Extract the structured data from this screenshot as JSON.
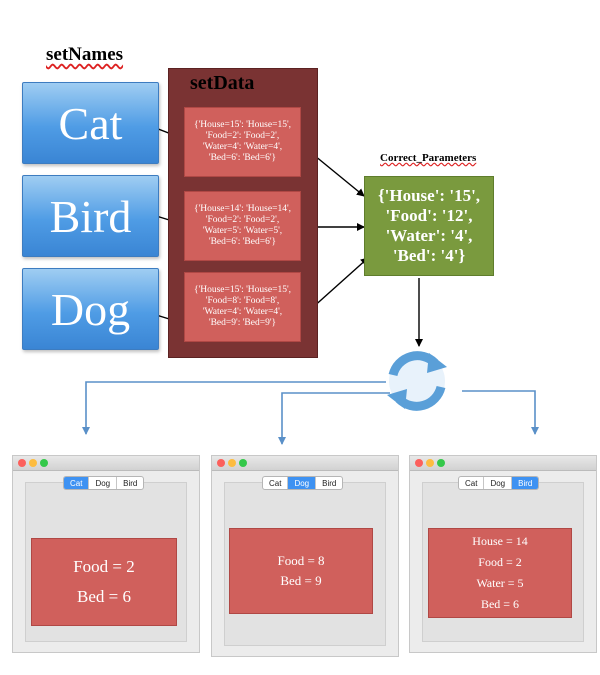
{
  "set_names": {
    "title": "setNames",
    "items": [
      "Cat",
      "Bird",
      "Dog"
    ]
  },
  "set_data": {
    "title": "setData",
    "items": [
      "{'House=15': 'House=15', 'Food=2': 'Food=2', 'Water=4': 'Water=4', 'Bed=6': 'Bed=6'}",
      "{'House=14': 'House=14', 'Food=2': 'Food=2', 'Water=5': 'Water=5', 'Bed=6': 'Bed=6'}",
      "{'House=15': 'House=15', 'Food=8': 'Food=8', 'Water=4': 'Water=4', 'Bed=9': 'Bed=9'}"
    ]
  },
  "correct_parameters": {
    "title": "Correct_Parameters",
    "value": "{'House': '15', 'Food': '12', 'Water': '4', 'Bed': '4'}"
  },
  "colors": {
    "name_box": "#4f9ce5",
    "set_data_panel": "#7a3333",
    "data_box": "#d0605c",
    "params_box": "#7a9a3e",
    "refresh": "#5a9fd8",
    "selected_segment": "#3e92f2"
  },
  "icons": [
    "refresh-cycle-icon"
  ],
  "windows": [
    {
      "tabs": [
        "Cat",
        "Dog",
        "Bird"
      ],
      "selected": "Cat",
      "lines": [
        "Food = 2",
        "Bed = 6"
      ]
    },
    {
      "tabs": [
        "Cat",
        "Dog",
        "Bird"
      ],
      "selected": "Dog",
      "lines": [
        "Food = 8",
        "Bed = 9"
      ]
    },
    {
      "tabs": [
        "Cat",
        "Dog",
        "Bird"
      ],
      "selected": "Bird",
      "lines": [
        "House = 14",
        "Food = 2",
        "Water = 5",
        "Bed = 6"
      ]
    }
  ]
}
